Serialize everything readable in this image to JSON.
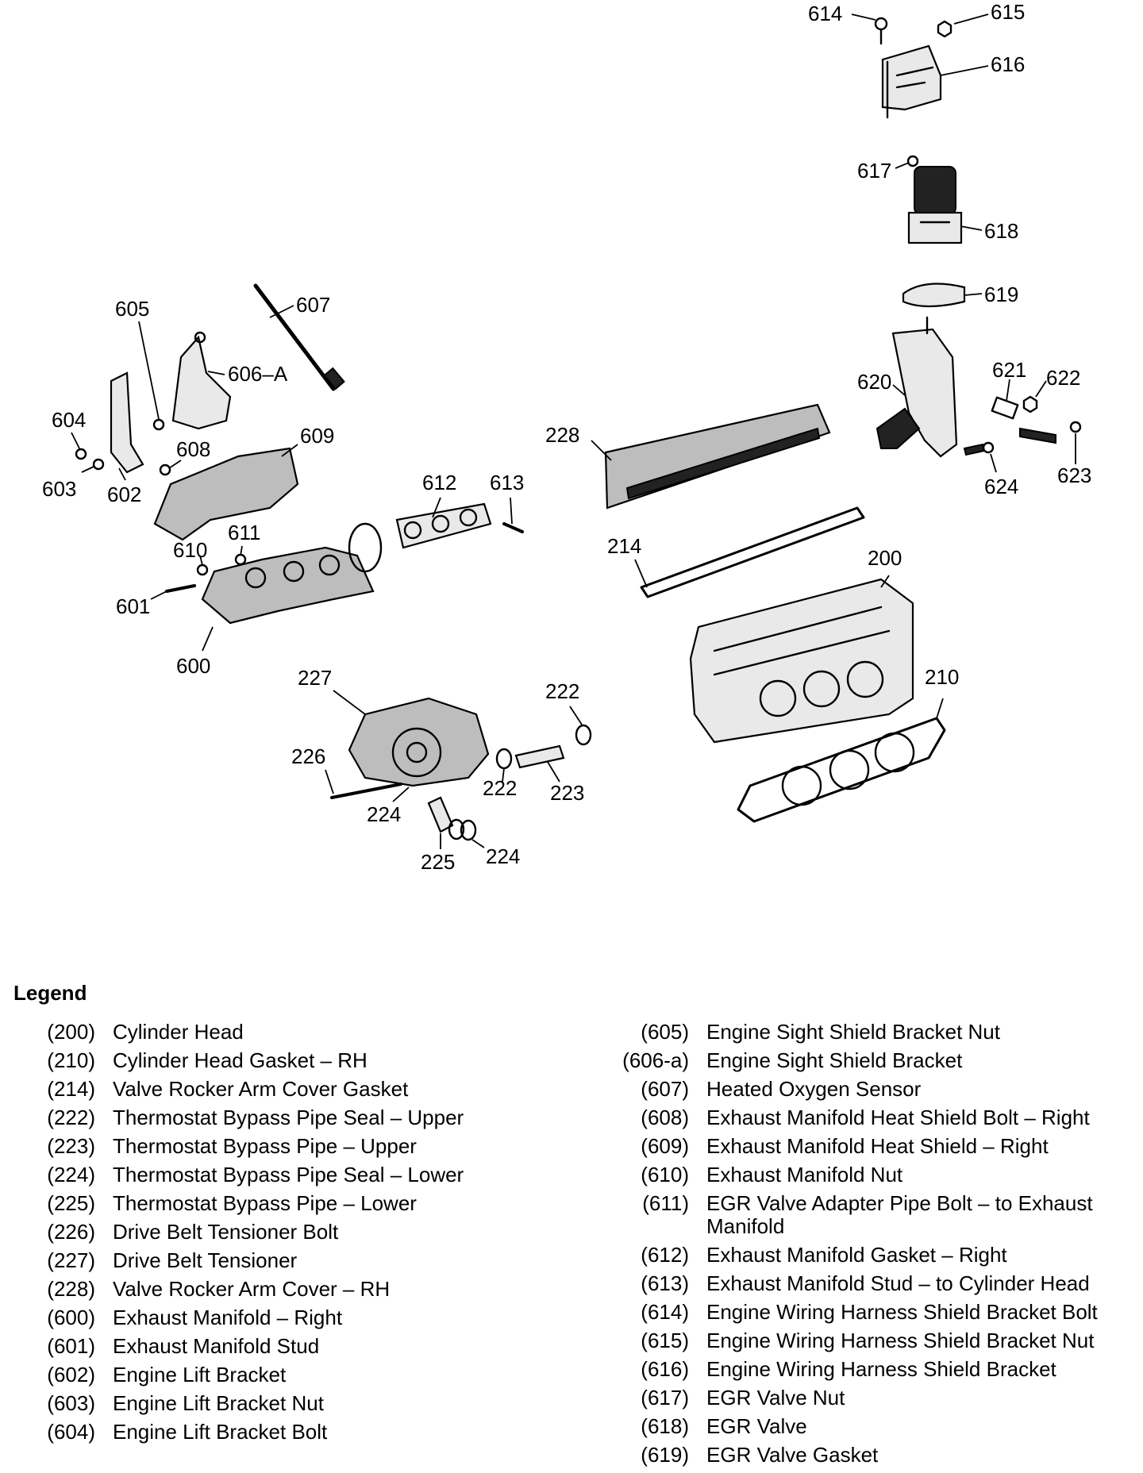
{
  "diagram": {
    "callouts": [
      "614",
      "615",
      "616",
      "617",
      "618",
      "619",
      "605",
      "607",
      "606–A",
      "604",
      "603",
      "602",
      "608",
      "609",
      "228",
      "620",
      "621",
      "622",
      "623",
      "624",
      "612",
      "613",
      "611",
      "610",
      "601",
      "600",
      "214",
      "200",
      "227",
      "222",
      "226",
      "222",
      "223",
      "224",
      "225",
      "224",
      "210"
    ]
  },
  "legend": {
    "title": "Legend",
    "left": [
      {
        "code": "(200)",
        "desc": "Cylinder Head"
      },
      {
        "code": "(210)",
        "desc": "Cylinder Head Gasket – RH"
      },
      {
        "code": "(214)",
        "desc": "Valve Rocker Arm Cover Gasket"
      },
      {
        "code": "(222)",
        "desc": "Thermostat Bypass Pipe Seal – Upper"
      },
      {
        "code": "(223)",
        "desc": "Thermostat Bypass Pipe – Upper"
      },
      {
        "code": "(224)",
        "desc": "Thermostat Bypass Pipe Seal – Lower"
      },
      {
        "code": "(225)",
        "desc": "Thermostat Bypass Pipe – Lower"
      },
      {
        "code": "(226)",
        "desc": "Drive Belt Tensioner Bolt"
      },
      {
        "code": "(227)",
        "desc": "Drive Belt Tensioner"
      },
      {
        "code": "(228)",
        "desc": "Valve Rocker Arm Cover – RH"
      },
      {
        "code": "(600)",
        "desc": "Exhaust Manifold – Right"
      },
      {
        "code": "(601)",
        "desc": "Exhaust Manifold Stud"
      },
      {
        "code": "(602)",
        "desc": "Engine Lift Bracket"
      },
      {
        "code": "(603)",
        "desc": "Engine Lift Bracket Nut"
      },
      {
        "code": "(604)",
        "desc": "Engine Lift Bracket Bolt"
      }
    ],
    "right": [
      {
        "code": "(605)",
        "desc": "Engine Sight Shield Bracket Nut"
      },
      {
        "code": "(606-a)",
        "desc": "Engine Sight Shield Bracket"
      },
      {
        "code": "(607)",
        "desc": "Heated Oxygen Sensor"
      },
      {
        "code": "(608)",
        "desc": "Exhaust Manifold Heat Shield Bolt – Right"
      },
      {
        "code": "(609)",
        "desc": "Exhaust Manifold Heat Shield – Right"
      },
      {
        "code": "(610)",
        "desc": "Exhaust Manifold Nut"
      },
      {
        "code": "(611)",
        "desc": "EGR Valve Adapter Pipe Bolt – to Exhaust Manifold"
      },
      {
        "code": "(612)",
        "desc": "Exhaust Manifold Gasket – Right"
      },
      {
        "code": "(613)",
        "desc": "Exhaust Manifold Stud – to Cylinder Head"
      },
      {
        "code": "(614)",
        "desc": "Engine Wiring Harness Shield Bracket Bolt"
      },
      {
        "code": "(615)",
        "desc": "Engine Wiring Harness Shield Bracket Nut"
      },
      {
        "code": "(616)",
        "desc": "Engine Wiring Harness Shield Bracket"
      },
      {
        "code": "(617)",
        "desc": "EGR Valve Nut"
      },
      {
        "code": "(618)",
        "desc": "EGR Valve"
      },
      {
        "code": "(619)",
        "desc": "EGR Valve Gasket"
      }
    ]
  }
}
